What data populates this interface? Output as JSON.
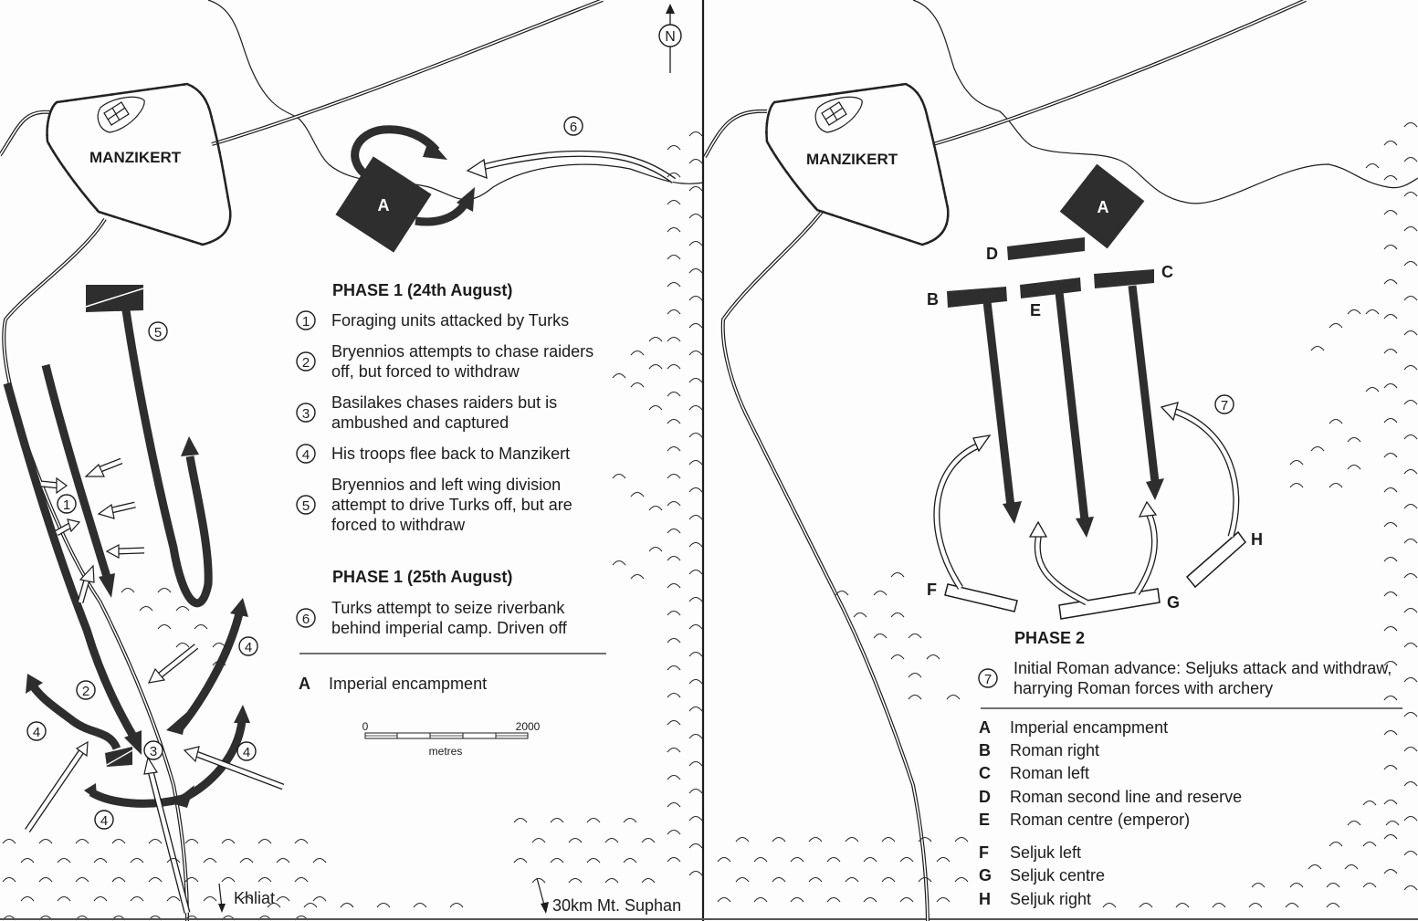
{
  "map_left": {
    "town_label": "MANZIKERT",
    "camp_label": "A",
    "north_label": "N",
    "markers": [
      "1",
      "2",
      "3",
      "4",
      "5",
      "6"
    ],
    "legend": {
      "phase1_title": "PHASE 1 (24th August)",
      "phase1_items": [
        {
          "num": "1",
          "lines": [
            "Foraging units attacked by Turks"
          ]
        },
        {
          "num": "2",
          "lines": [
            "Bryennios attempts to chase raiders",
            "off, but forced to withdraw"
          ]
        },
        {
          "num": "3",
          "lines": [
            "Basilakes chases raiders but is",
            "ambushed and captured"
          ]
        },
        {
          "num": "4",
          "lines": [
            "His troops flee back to Manzikert"
          ]
        },
        {
          "num": "5",
          "lines": [
            "Bryennios and left wing division",
            "attempt to drive Turks off, but are",
            "forced to withdraw"
          ]
        }
      ],
      "phase1b_title": "PHASE 1 (25th August)",
      "phase1b_items": [
        {
          "num": "6",
          "lines": [
            "Turks attempt to seize riverbank",
            "behind imperial camp. Driven off"
          ]
        }
      ],
      "key": [
        {
          "letter": "A",
          "text": "Imperial encampment"
        }
      ]
    },
    "scale": {
      "start": "0",
      "end": "2000",
      "unit": "metres"
    },
    "direction_labels": {
      "khliat": "Khliat",
      "suphan": "30km Mt. Suphan"
    }
  },
  "map_right": {
    "town_label": "MANZIKERT",
    "unit_labels": {
      "A": "A",
      "B": "B",
      "C": "C",
      "D": "D",
      "E": "E",
      "F": "F",
      "G": "G",
      "H": "H"
    },
    "marker": "7",
    "legend": {
      "phase2_title": "PHASE 2",
      "phase2_items": [
        {
          "num": "7",
          "lines": [
            "Initial Roman advance: Seljuks attack and withdraw,",
            "harrying Roman forces with archery"
          ]
        }
      ],
      "key": [
        {
          "letter": "A",
          "text": "Imperial encampment"
        },
        {
          "letter": "B",
          "text": "Roman right"
        },
        {
          "letter": "C",
          "text": "Roman left"
        },
        {
          "letter": "D",
          "text": "Roman second line and reserve"
        },
        {
          "letter": "E",
          "text": "Roman centre (emperor)"
        },
        {
          "letter": "F",
          "text": "Seljuk left"
        },
        {
          "letter": "G",
          "text": "Seljuk centre"
        },
        {
          "letter": "H",
          "text": "Seljuk right"
        }
      ]
    }
  }
}
